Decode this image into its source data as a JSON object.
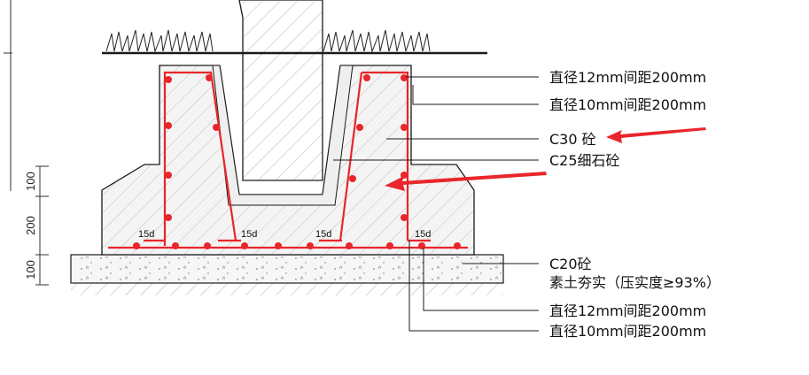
{
  "callouts": {
    "rebar_12_top": "直径12mm间距200mm",
    "rebar_10_top": "直径10mm间距200mm",
    "c30": "C30 砼",
    "c25": "C25细石砼",
    "c20": "C20砼",
    "compaction": "素土夯实（压实度≥93%）",
    "rebar_12_bottom": "直径12mm间距200mm",
    "rebar_10_bottom": "直径10mm间距200mm"
  },
  "dimensions": [
    "100",
    "200",
    "100"
  ],
  "lap_labels": [
    "15d",
    "15d",
    "15d",
    "15d"
  ],
  "colors": {
    "rebar": "#e8262b",
    "arrow": "#e8262b",
    "line": "#1a1a1a",
    "concrete_fill": "#f4f4f4",
    "hatch": "#555555"
  },
  "icons": [
    "grass-icon",
    "red-arrow-icon",
    "concrete-aggregate-icon"
  ]
}
